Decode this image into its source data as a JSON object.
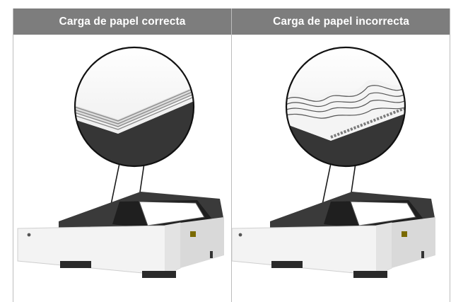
{
  "columns": [
    {
      "header": "Carga de papel correcta"
    },
    {
      "header": "Carga de papel incorrecta"
    }
  ],
  "colors": {
    "header_bg": "#7d7d7d",
    "header_text": "#ffffff",
    "tray_dark": "#2f2f2f",
    "tray_light": "#f2f2f2"
  },
  "icons": [
    "magnifier-circle",
    "paper-tray"
  ]
}
